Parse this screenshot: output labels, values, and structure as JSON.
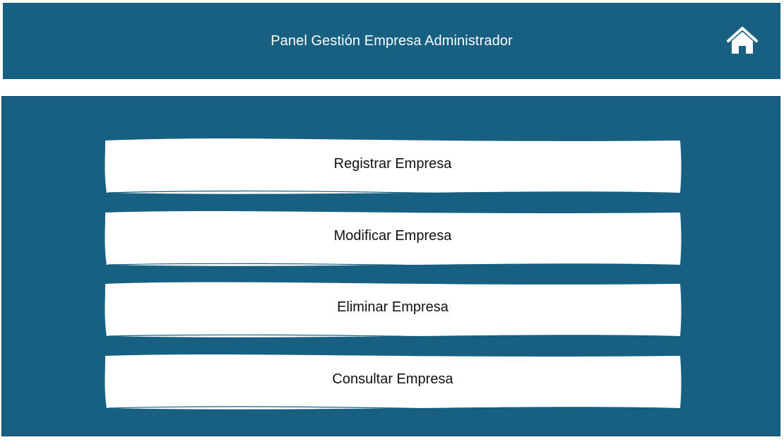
{
  "header": {
    "title": "Panel Gestión Empresa Administrador",
    "home_icon": "home-icon"
  },
  "menu": {
    "items": [
      {
        "label": "Registrar Empresa"
      },
      {
        "label": "Modificar Empresa"
      },
      {
        "label": "Eliminar Empresa"
      },
      {
        "label": "Consultar Empresa"
      }
    ]
  },
  "colors": {
    "primary": "#176082",
    "button_bg": "#ffffff",
    "text_light": "#ffffff",
    "text_dark": "#111111"
  }
}
